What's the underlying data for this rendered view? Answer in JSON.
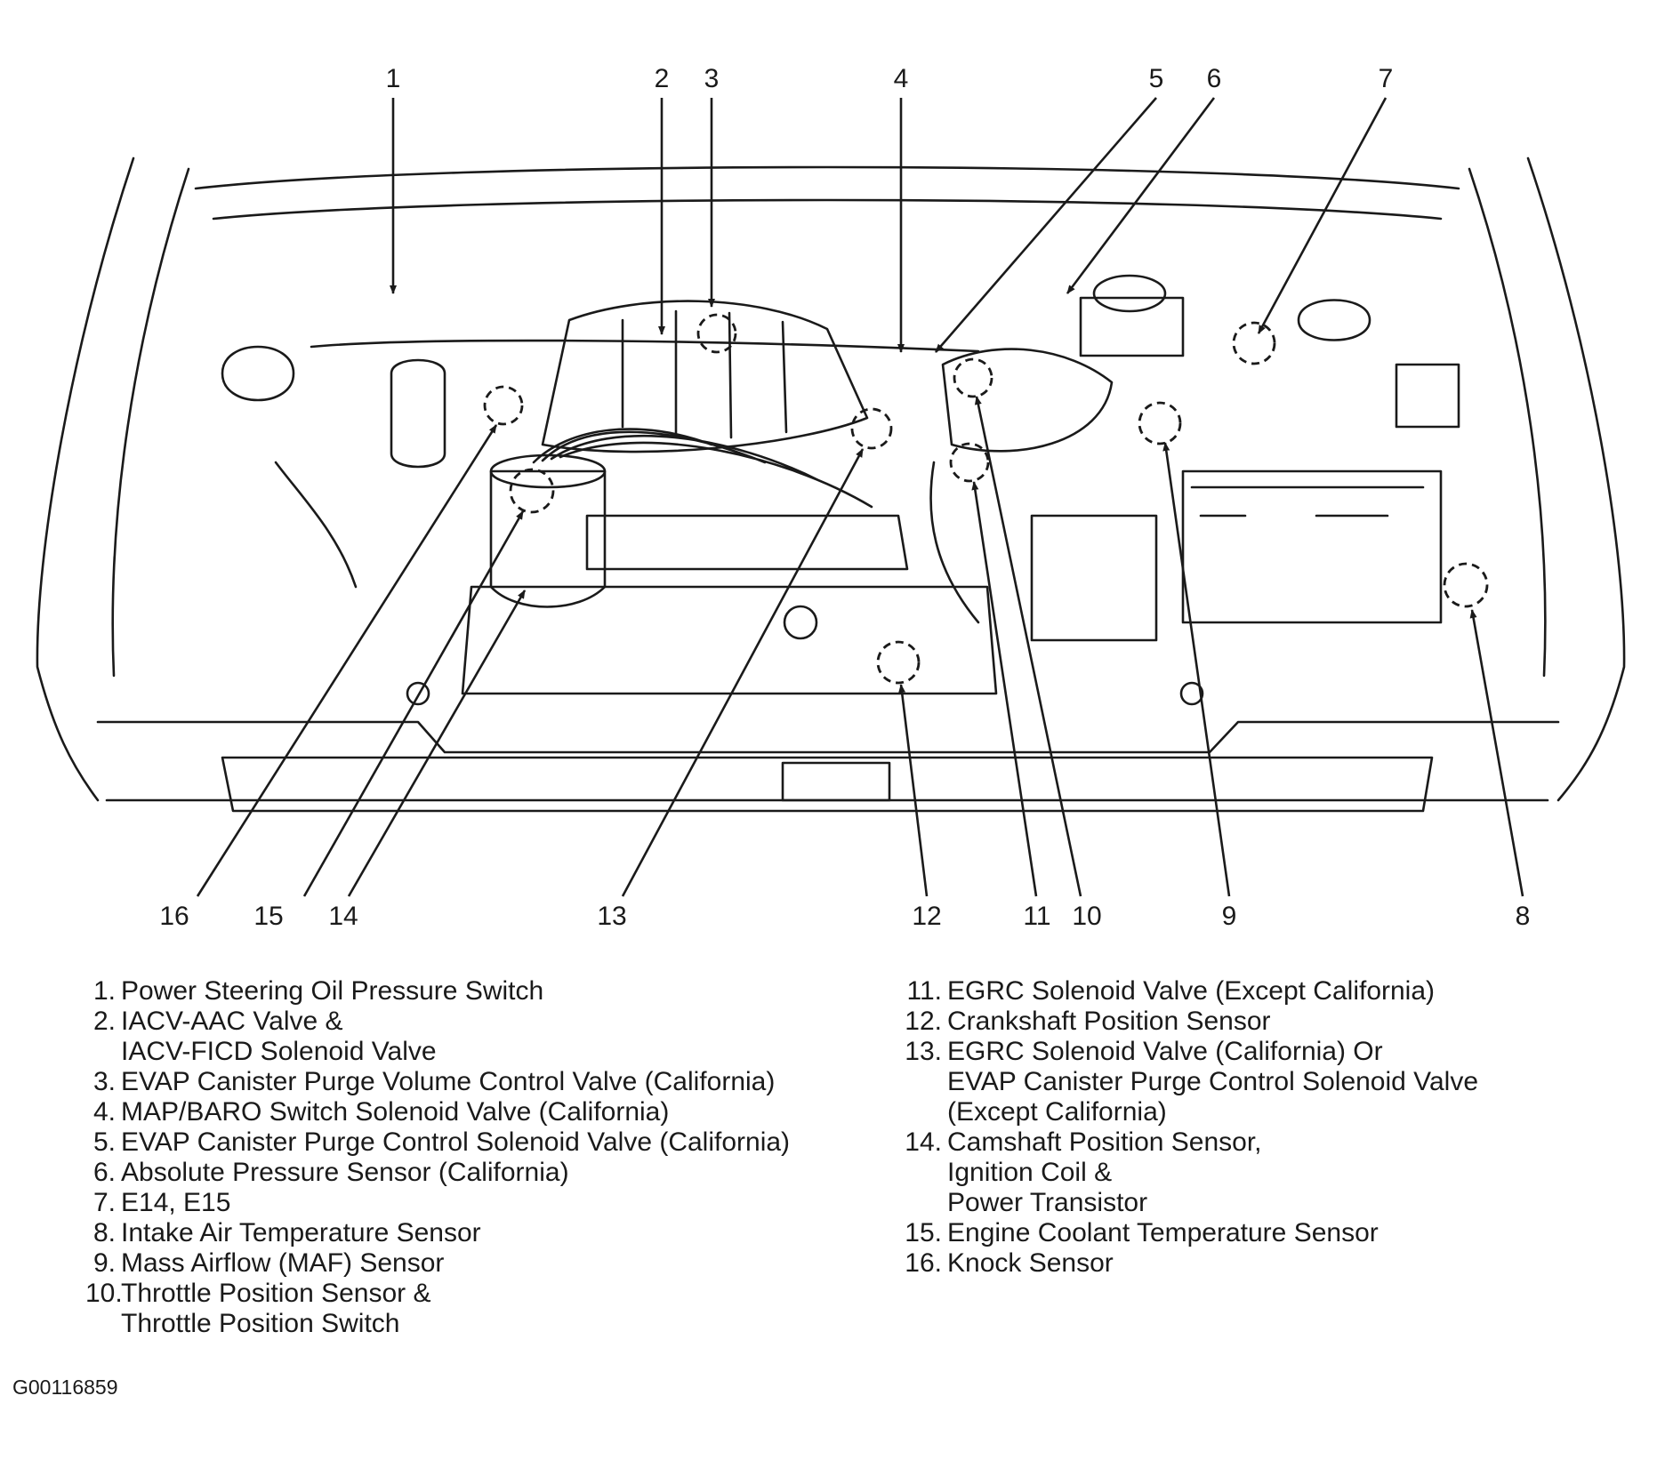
{
  "diagram": {
    "callouts": [
      "1",
      "2",
      "3",
      "4",
      "5",
      "6",
      "7",
      "8",
      "9",
      "10",
      "11",
      "12",
      "13",
      "14",
      "15",
      "16"
    ]
  },
  "legend": {
    "left": [
      {
        "num": "1.",
        "lines": [
          "Power Steering Oil Pressure Switch"
        ]
      },
      {
        "num": "2.",
        "lines": [
          "IACV-AAC Valve &",
          "IACV-FICD Solenoid Valve"
        ]
      },
      {
        "num": "3.",
        "lines": [
          "EVAP Canister Purge Volume Control Valve (California)"
        ]
      },
      {
        "num": "4.",
        "lines": [
          "MAP/BARO Switch Solenoid Valve (California)"
        ]
      },
      {
        "num": "5.",
        "lines": [
          "EVAP Canister Purge Control Solenoid Valve (California)"
        ]
      },
      {
        "num": "6.",
        "lines": [
          "Absolute Pressure Sensor (California)"
        ]
      },
      {
        "num": "7.",
        "lines": [
          "E14, E15"
        ]
      },
      {
        "num": "8.",
        "lines": [
          "Intake Air Temperature Sensor"
        ]
      },
      {
        "num": "9.",
        "lines": [
          "Mass Airflow (MAF) Sensor"
        ]
      },
      {
        "num": "10.",
        "lines": [
          "Throttle Position Sensor &",
          "Throttle Position Switch"
        ]
      }
    ],
    "right": [
      {
        "num": "11.",
        "lines": [
          "EGRC Solenoid Valve (Except California)"
        ]
      },
      {
        "num": "12.",
        "lines": [
          "Crankshaft Position Sensor"
        ]
      },
      {
        "num": "13.",
        "lines": [
          "EGRC Solenoid Valve (California) Or",
          "EVAP Canister Purge Control Solenoid Valve",
          "(Except California)"
        ]
      },
      {
        "num": "14.",
        "lines": [
          "Camshaft Position Sensor,",
          "Ignition Coil &",
          "Power Transistor"
        ]
      },
      {
        "num": "15.",
        "lines": [
          "Engine Coolant Temperature Sensor"
        ]
      },
      {
        "num": "16.",
        "lines": [
          "Knock Sensor"
        ]
      }
    ]
  },
  "figure_code": "G00116859"
}
